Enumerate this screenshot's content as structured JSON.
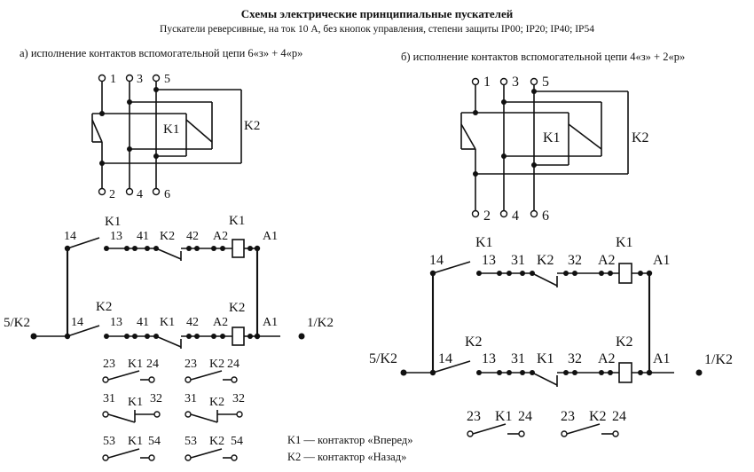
{
  "header": {
    "title": "Схемы электрические принципиальные пускателей",
    "subtitle": "Пускатели реверсивные, на ток 10 А, без кнопок управления, степени защиты IP00; IP20; IP40; IP54"
  },
  "panel_a": {
    "caption": "а) исполнение контактов вспомогательной цепи 6«з» + 4«р»",
    "terminals_top": [
      "1",
      "3",
      "5"
    ],
    "terminals_bottom": [
      "2",
      "4",
      "6"
    ],
    "k1": "K1",
    "k2": "K2",
    "row1": {
      "k1_label": "K1",
      "t14": "14",
      "t13": "13",
      "t41": "41",
      "k2": "K2",
      "t42": "42",
      "a2": "A2",
      "a1": "A1",
      "coil_label": "K1"
    },
    "row2": {
      "k2_label": "K2",
      "t14": "14",
      "t13": "13",
      "t41": "41",
      "k1": "K1",
      "t42": "42",
      "a2": "A2",
      "a1": "A1",
      "coil_label": "K2",
      "left": "5/K2",
      "right": "1/K2"
    },
    "aux": [
      {
        "a": "23",
        "k": "K1",
        "b": "24"
      },
      {
        "a": "23",
        "k": "K2",
        "b": "24"
      },
      {
        "a": "31",
        "k": "K1",
        "b": "32"
      },
      {
        "a": "31",
        "k": "K2",
        "b": "32"
      },
      {
        "a": "53",
        "k": "K1",
        "b": "54"
      },
      {
        "a": "53",
        "k": "K2",
        "b": "54"
      }
    ]
  },
  "panel_b": {
    "caption": "б) исполнение контактов вспомогательной цепи 4«з» + 2«р»",
    "terminals_top": [
      "1",
      "3",
      "5"
    ],
    "terminals_bottom": [
      "2",
      "4",
      "6"
    ],
    "k1": "K1",
    "k2": "K2",
    "row1": {
      "k1_label": "K1",
      "t14": "14",
      "t13": "13",
      "t31": "31",
      "k2": "K2",
      "t32": "32",
      "a2": "A2",
      "a1": "A1",
      "coil_label": "K1"
    },
    "row2": {
      "k2_label": "K2",
      "t14": "14",
      "t13": "13",
      "t31": "31",
      "k1": "K1",
      "t32": "32",
      "a2": "A2",
      "a1": "A1",
      "coil_label": "K2",
      "left": "5/K2",
      "right": "1/K2"
    },
    "aux": [
      {
        "a": "23",
        "k": "K1",
        "b": "24"
      },
      {
        "a": "23",
        "k": "K2",
        "b": "24"
      }
    ]
  },
  "legend": {
    "k1": "K1 — контактор «Вперед»",
    "k2": "K2 — контактор «Назад»"
  }
}
